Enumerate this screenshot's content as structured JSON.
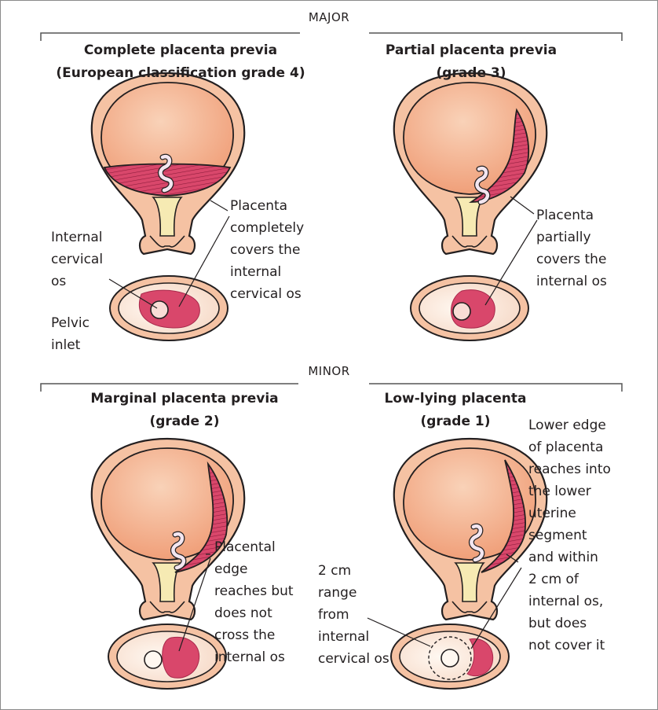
{
  "sections": {
    "major": "MAJOR",
    "minor": "MINOR"
  },
  "panels": [
    {
      "title": "Complete placenta previa\n(European classification grade 4)",
      "annotation": "Placenta\ncompletely\ncovers the\ninternal\ncervical os",
      "labels": {
        "internal_os": "Internal\ncervical\nos",
        "pelvic_inlet": "Pelvic\ninlet"
      }
    },
    {
      "title": "Partial placenta previa\n(grade 3)",
      "annotation": "Placenta\npartially\ncovers the\ninternal os"
    },
    {
      "title": "Marginal placenta previa\n(grade 2)",
      "annotation": "Placental\nedge\nreaches but\ndoes not\ncross the\ninternal os"
    },
    {
      "title": "Low-lying placenta\n(grade 1)",
      "annotation": "Lower edge\nof placenta\nreaches into\nthe lower\nuterine\nsegment\nand within\n2 cm of\ninternal os,\nbut does\nnot cover it",
      "labels": {
        "range": "2 cm\nrange\nfrom\ninternal\ncervical os"
      }
    }
  ],
  "colors": {
    "uterus_wall": "#f5c2a3",
    "uterus_cavity": "#f2a27e",
    "placenta": "#d9476b",
    "cervix_canal": "#f6eab3",
    "outline": "#231f20"
  }
}
